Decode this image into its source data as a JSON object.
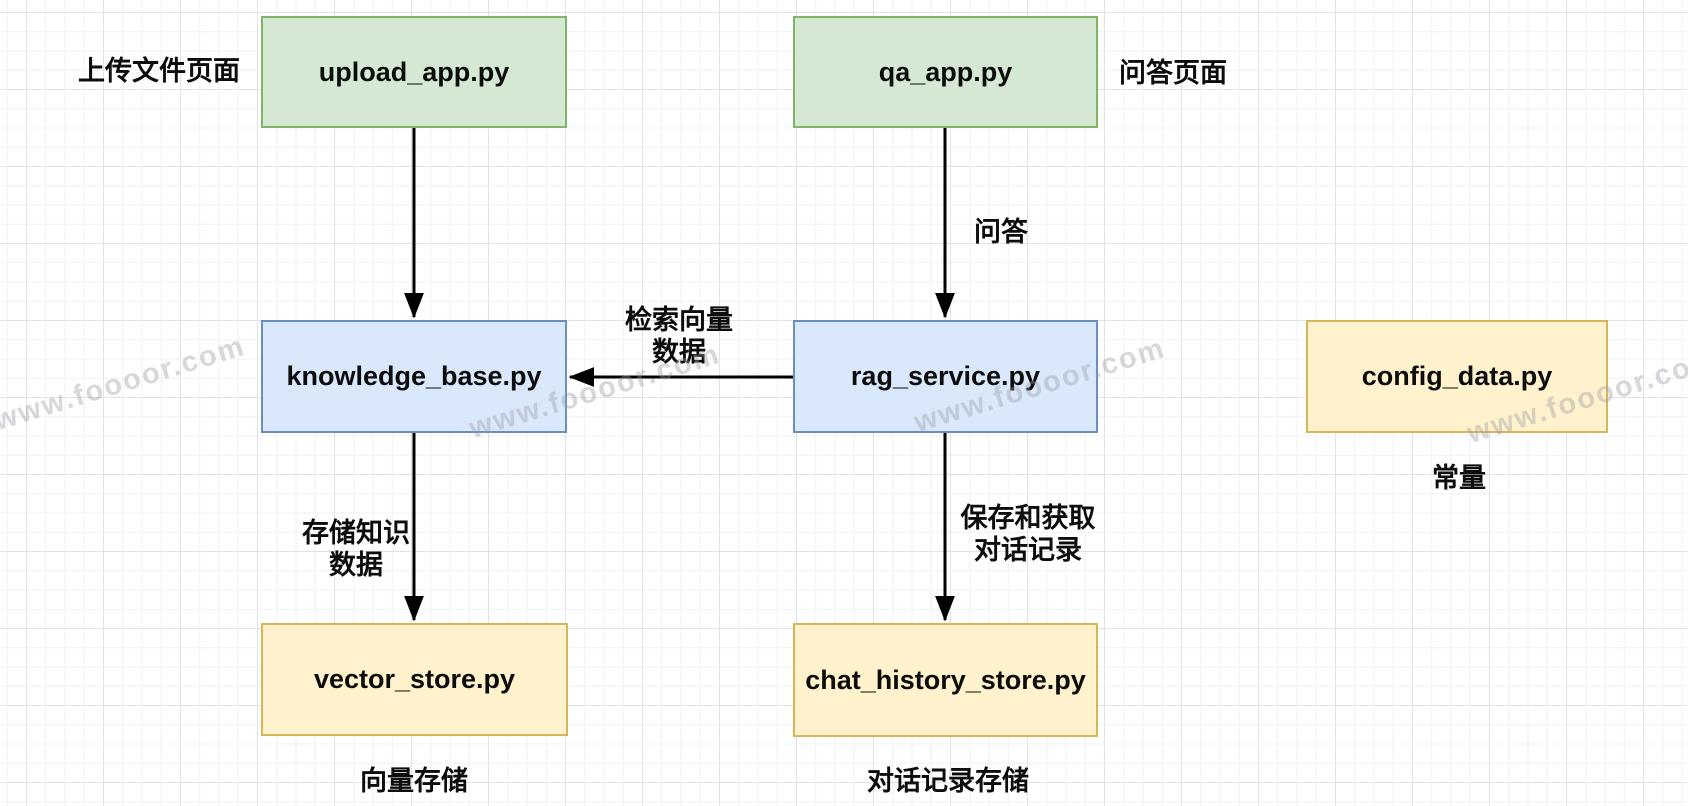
{
  "diagram": {
    "title": "RAG application module diagram",
    "watermark_text": "www.foooor.com",
    "palette": {
      "green_fill": "#d5e8d4",
      "green_border": "#82b366",
      "blue_fill": "#dae8fc",
      "blue_border": "#6c8ebf",
      "yellow_fill": "#fff2cc",
      "yellow_border": "#d6b656",
      "edge_color": "#000000",
      "text_color": "#0d0d0d",
      "grid_minor": "#eff1f6",
      "grid_major": "#dfe2e8",
      "watermark_color": "#9499a3"
    },
    "nodes": {
      "upload_app": {
        "label": "upload_app.py",
        "color": "green"
      },
      "qa_app": {
        "label": "qa_app.py",
        "color": "green"
      },
      "knowledge_base": {
        "label": "knowledge_base.py",
        "color": "blue"
      },
      "rag_service": {
        "label": "rag_service.py",
        "color": "blue"
      },
      "config_data": {
        "label": "config_data.py",
        "color": "yellow"
      },
      "vector_store": {
        "label": "vector_store.py",
        "color": "yellow"
      },
      "chat_history_store": {
        "label": "chat_history_store.py",
        "color": "yellow"
      }
    },
    "annotations": {
      "upload_page": "上传文件页面",
      "qa_page": "问答页面",
      "constants": "常量",
      "vector_storage": "向量存储",
      "chat_storage": "对话记录存储"
    },
    "edges": {
      "upload_to_knowledge": {
        "label": ""
      },
      "qa_to_rag": {
        "label": "问答"
      },
      "rag_to_knowledge": {
        "label": "检索向量\n数据"
      },
      "knowledge_to_vector": {
        "label": "存储知识\n数据"
      },
      "rag_to_chat": {
        "label": "保存和获取\n对话记录"
      }
    }
  }
}
